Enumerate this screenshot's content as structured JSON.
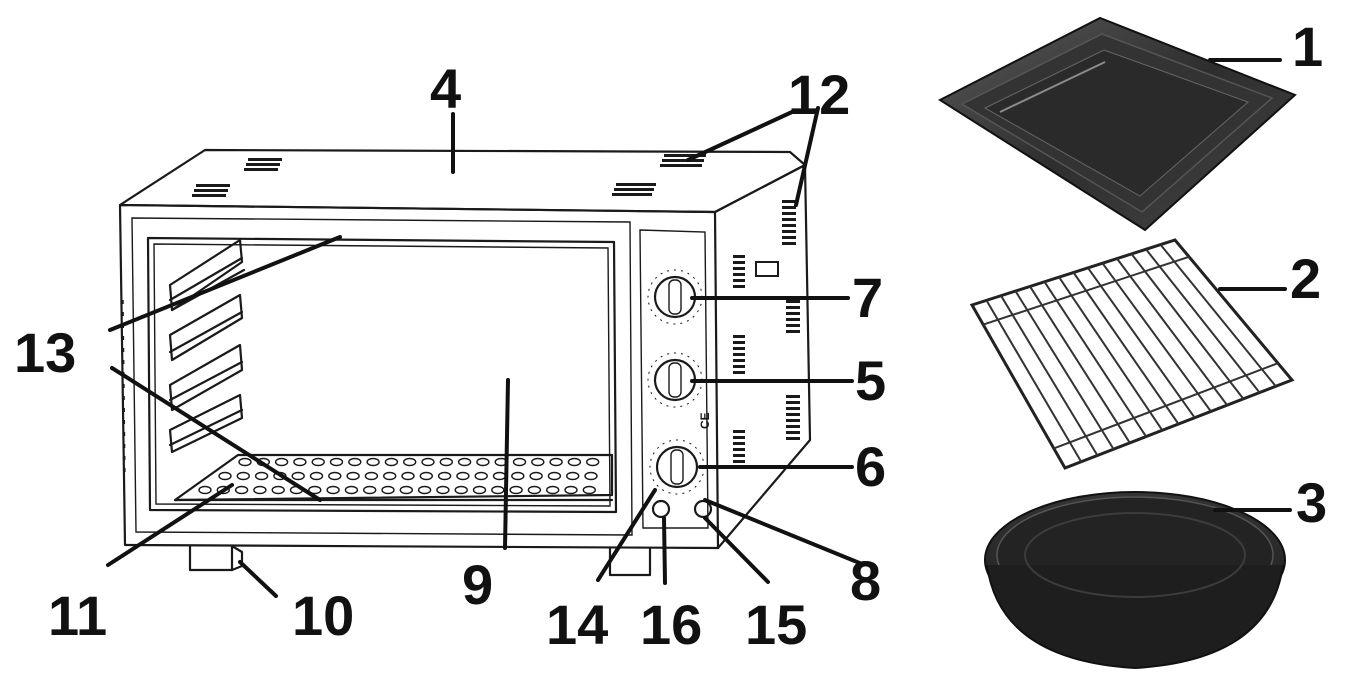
{
  "labels": {
    "n1": "1",
    "n2": "2",
    "n3": "3",
    "n4": "4",
    "n5": "5",
    "n6": "6",
    "n7": "7",
    "n8": "8",
    "n9": "9",
    "n10": "10",
    "n11": "11",
    "n12": "12",
    "n13": "13",
    "n14": "14",
    "n15": "15",
    "n16": "16"
  },
  "marks": {
    "ce": "CE"
  },
  "colors": {
    "ink": "#1a1a1a",
    "tray": "#3a3a3a",
    "tray_dark": "#1e1e1e",
    "pan": "#2b2b2b"
  }
}
